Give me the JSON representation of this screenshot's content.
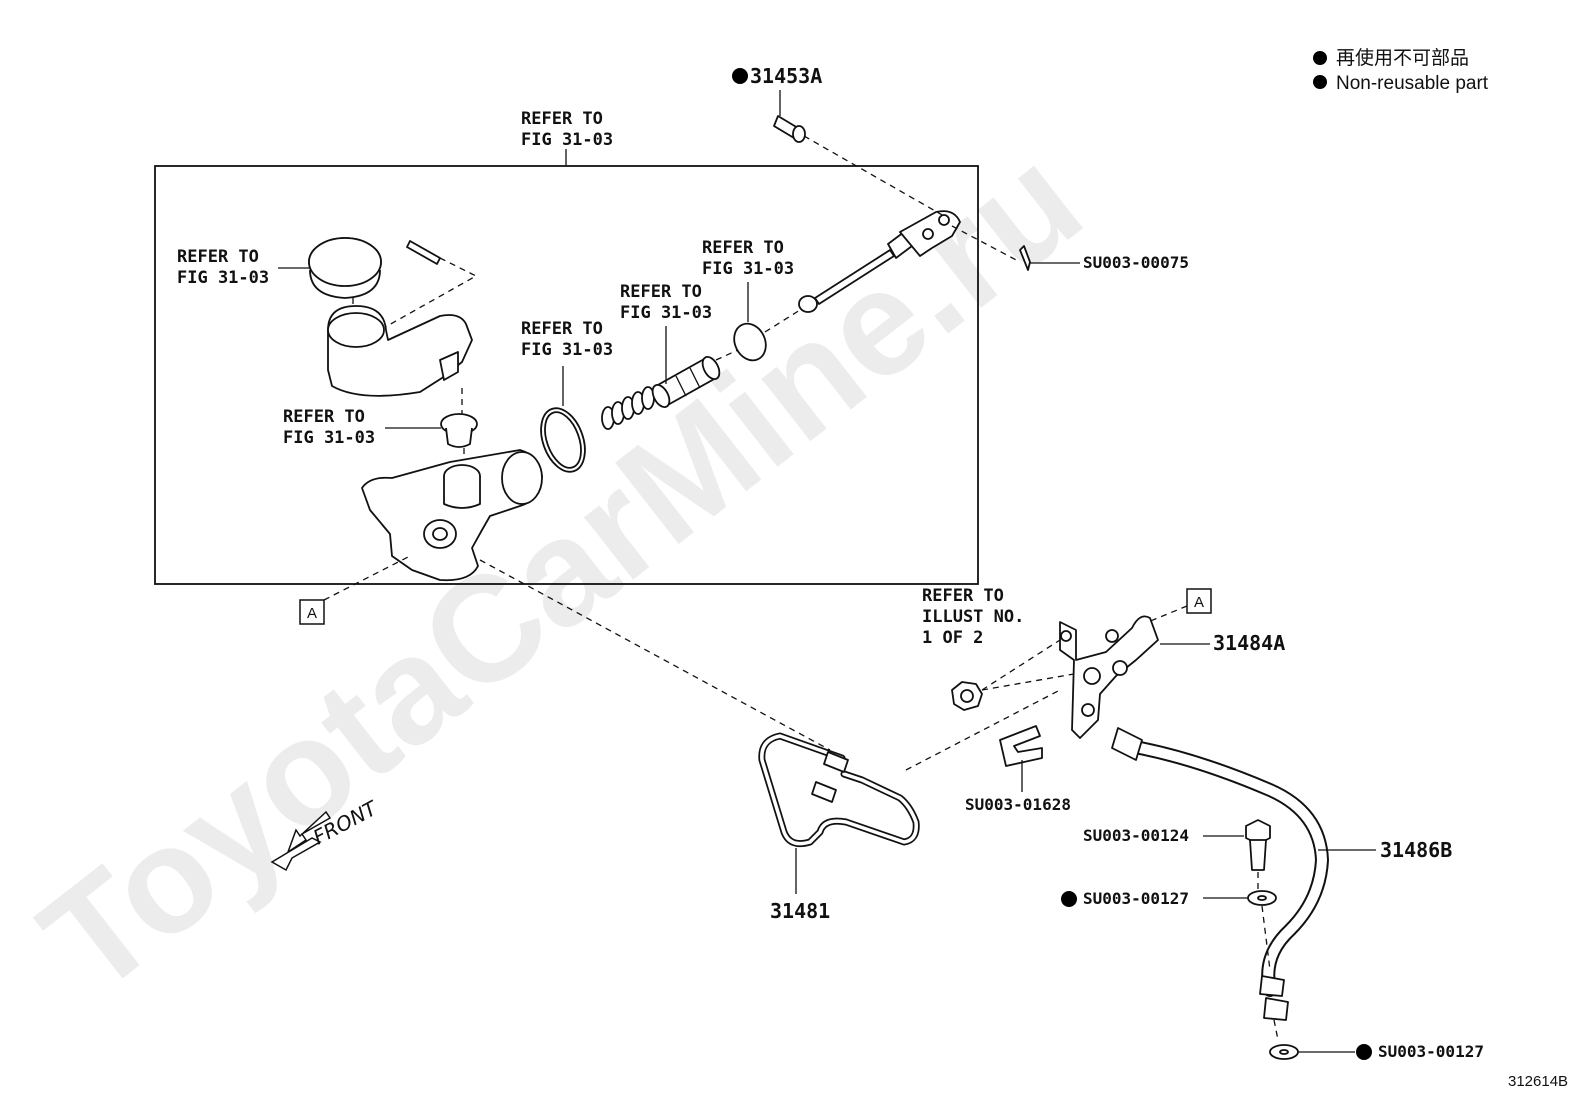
{
  "legend": {
    "jp": "再使用不可部品",
    "en": "Non-reusable part",
    "marker_color": "#000000"
  },
  "watermark": "ToyotaCarMine.ru",
  "diagram_id": "312614B",
  "refer_fig": [
    "REFER TO",
    "FIG 31-03"
  ],
  "refer_illust": [
    "REFER TO",
    "ILLUST NO.",
    "1 OF 2"
  ],
  "connector_tag": "A",
  "front_label": "FRONT",
  "parts": {
    "p31453a": "31453A",
    "p31484a": "31484A",
    "p31486b": "31486B",
    "p31481": "31481",
    "su00075": "SU003-00075",
    "su01628": "SU003-01628",
    "su00124": "SU003-00124",
    "su00127_a": "SU003-00127",
    "su00127_b": "SU003-00127"
  },
  "colors": {
    "line": "#111111",
    "watermark": "#ececec"
  }
}
